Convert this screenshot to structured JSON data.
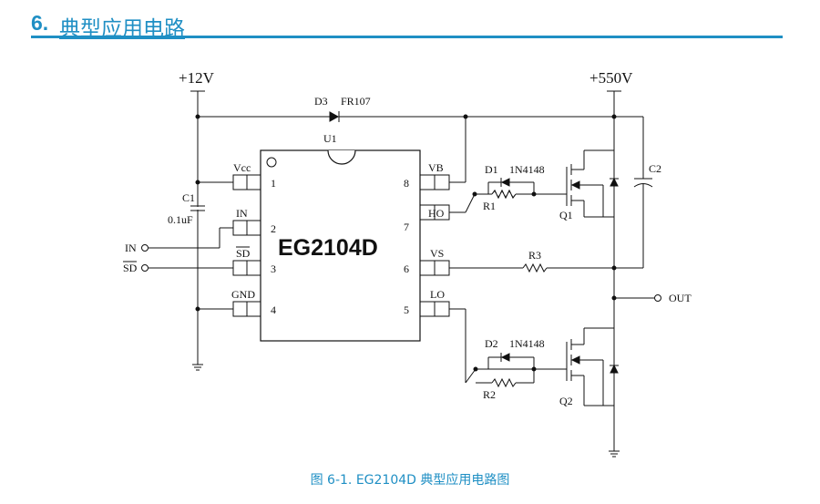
{
  "section": {
    "number": "6.",
    "title": "典型应用电路"
  },
  "supplies": {
    "vcc": "+12V",
    "hv": "+550V"
  },
  "chip": {
    "ref": "U1",
    "name": "EG2104D",
    "pins": [
      {
        "num": "1",
        "name": "Vcc"
      },
      {
        "num": "2",
        "name": "IN"
      },
      {
        "num": "3",
        "name": "SD"
      },
      {
        "num": "4",
        "name": "GND"
      },
      {
        "num": "8",
        "name": "VB"
      },
      {
        "num": "7",
        "name": "HO"
      },
      {
        "num": "6",
        "name": "VS"
      },
      {
        "num": "5",
        "name": "LO"
      }
    ]
  },
  "components": {
    "d3_ref": "D3",
    "d3_part": "FR107",
    "c1_ref": "C1",
    "c1_value": "0.1uF",
    "c2_ref": "C2",
    "d1_ref": "D1",
    "d1_part": "1N4148",
    "r1_ref": "R1",
    "d2_ref": "D2",
    "d2_part": "1N4148",
    "r2_ref": "R2",
    "r3_ref": "R3",
    "q1_ref": "Q1",
    "q2_ref": "Q2"
  },
  "ports": {
    "in": "IN",
    "sd": "SD",
    "out": "OUT"
  },
  "caption": "图 6-1. EG2104D 典型应用电路图"
}
